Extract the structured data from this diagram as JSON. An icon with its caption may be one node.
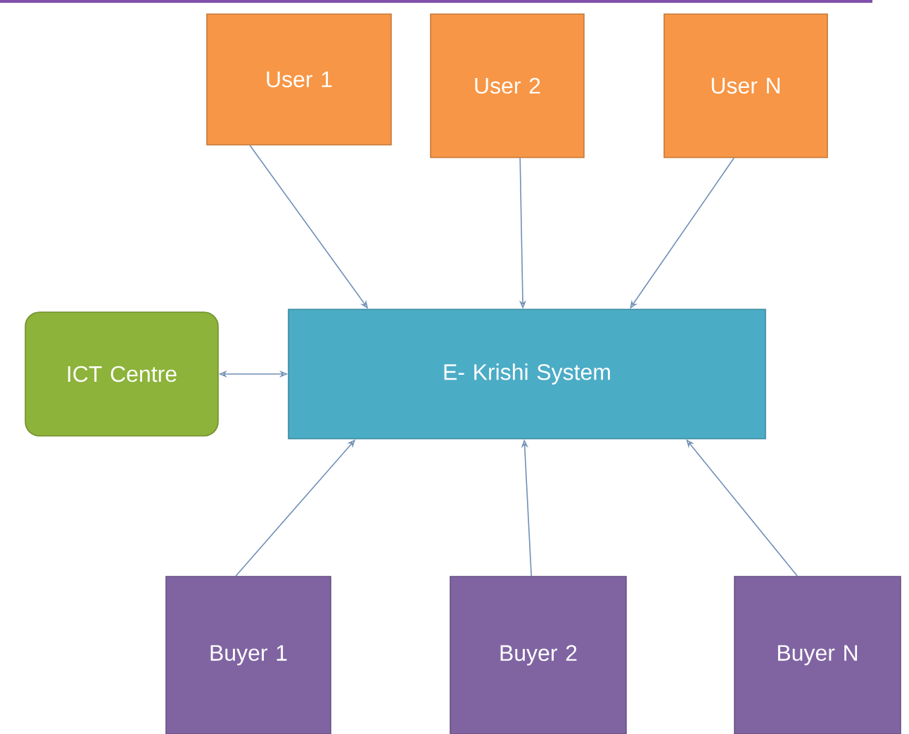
{
  "diagram": {
    "nodes": [
      {
        "text": [
          "User 1"
        ]
      },
      {
        "text": [
          "User 2"
        ]
      },
      {
        "text": [
          "User N"
        ]
      },
      {
        "text": [
          "ICT Centre"
        ]
      },
      {
        "text": [
          "E- Krishi System"
        ]
      },
      {
        "text": [
          "Buyer 1"
        ]
      },
      {
        "text": [
          "Buyer 2"
        ]
      },
      {
        "text": [
          "Buyer N"
        ]
      }
    ],
    "edges": [
      {
        "from": 0,
        "to": 4,
        "arrow": "to"
      },
      {
        "from": 1,
        "to": 4,
        "arrow": "to"
      },
      {
        "from": 2,
        "to": 4,
        "arrow": "to"
      },
      {
        "from": 3,
        "to": 4,
        "arrow": "both"
      },
      {
        "from": 5,
        "to": 4,
        "arrow": "to"
      },
      {
        "from": 6,
        "to": 4,
        "arrow": "to"
      },
      {
        "from": 7,
        "to": 4,
        "arrow": "to"
      }
    ]
  }
}
